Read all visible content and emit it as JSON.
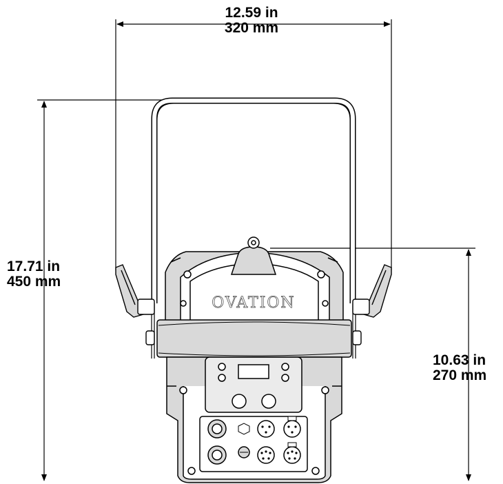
{
  "dimensions": {
    "width": {
      "imperial": "12.59 in",
      "metric": "320 mm"
    },
    "height": {
      "imperial": "17.71 in",
      "metric": "450 mm"
    },
    "yoke_height": {
      "imperial": "10.63 in",
      "metric": "270 mm"
    }
  },
  "fixture": {
    "brand_text": "OVATION"
  },
  "colors": {
    "line": "#000000",
    "fixture_shade": "#d9d9d9",
    "panel_shade": "#ebebeb",
    "background": "#ffffff"
  }
}
